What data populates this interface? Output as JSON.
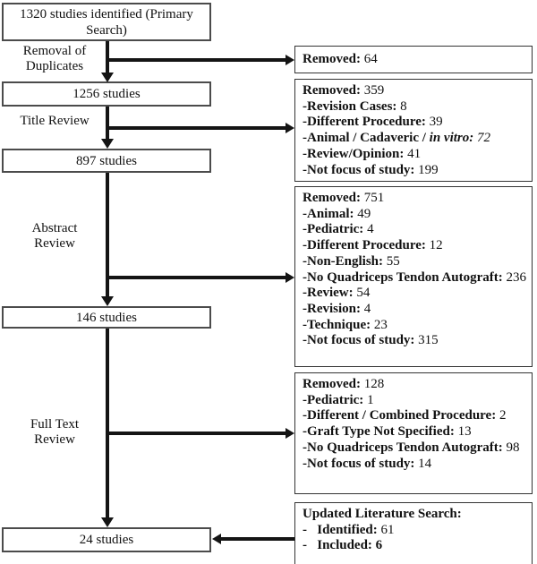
{
  "figure": {
    "main_boxes": [
      {
        "label": "1320 studies identified (Primary\nSearch)"
      },
      {
        "label": "1256 studies"
      },
      {
        "label": "897 studies"
      },
      {
        "label": "146 studies"
      },
      {
        "label": "24 studies"
      }
    ],
    "stage_labels": [
      {
        "label": "Removal of\nDuplicates"
      },
      {
        "label": "Title Review"
      },
      {
        "label": "Abstract\nReview"
      },
      {
        "label": "Full Text\nReview"
      }
    ],
    "side_boxes": [
      {
        "name": "duplicates-removed",
        "lines": [
          [
            {
              "t": "Removed:",
              "s": "b"
            },
            {
              "t": " 64",
              "s": "r"
            }
          ]
        ]
      },
      {
        "name": "title-review-removed",
        "lines": [
          [
            {
              "t": "Removed:",
              "s": "b"
            },
            {
              "t": " 359",
              "s": "r"
            }
          ],
          [
            {
              "t": "-Revision Cases:",
              "s": "b"
            },
            {
              "t": " 8",
              "s": "r"
            }
          ],
          [
            {
              "t": "-Different Procedure:",
              "s": "b"
            },
            {
              "t": " 39",
              "s": "r"
            }
          ],
          [
            {
              "t": "-Animal / Cadaveric / ",
              "s": "b"
            },
            {
              "t": "in vitro:",
              "s": "bi"
            },
            {
              "t": " 72",
              "s": "i"
            }
          ],
          [
            {
              "t": "-Review/Opinion:",
              "s": "b"
            },
            {
              "t": " 41",
              "s": "r"
            }
          ],
          [
            {
              "t": "-Not focus of study:",
              "s": "b"
            },
            {
              "t": " 199",
              "s": "r"
            }
          ]
        ]
      },
      {
        "name": "abstract-review-removed",
        "lines": [
          [
            {
              "t": "Removed:",
              "s": "b"
            },
            {
              "t": " 751",
              "s": "r"
            }
          ],
          [
            {
              "t": "-Animal:",
              "s": "b"
            },
            {
              "t": " 49",
              "s": "r"
            }
          ],
          [
            {
              "t": "-Pediatric:",
              "s": "b"
            },
            {
              "t": " 4",
              "s": "r"
            }
          ],
          [
            {
              "t": "-Different Procedure:",
              "s": "b"
            },
            {
              "t": " 12",
              "s": "r"
            }
          ],
          [
            {
              "t": "-Non-English:",
              "s": "b"
            },
            {
              "t": " 55",
              "s": "r"
            }
          ],
          [
            {
              "t": "-No Quadriceps Tendon Autograft:",
              "s": "b"
            },
            {
              "t": " 236",
              "s": "r"
            }
          ],
          [
            {
              "t": "-Review:",
              "s": "b"
            },
            {
              "t": " 54",
              "s": "r"
            }
          ],
          [
            {
              "t": "-Revision:",
              "s": "b"
            },
            {
              "t": " 4",
              "s": "r"
            }
          ],
          [
            {
              "t": "-Technique:",
              "s": "b"
            },
            {
              "t": " 23",
              "s": "r"
            }
          ],
          [
            {
              "t": "-Not focus of study:",
              "s": "b"
            },
            {
              "t": " 315",
              "s": "r"
            }
          ]
        ]
      },
      {
        "name": "full-text-review-removed",
        "lines": [
          [
            {
              "t": "Removed:",
              "s": "b"
            },
            {
              "t": " 128",
              "s": "r"
            }
          ],
          [
            {
              "t": "-Pediatric:",
              "s": "b"
            },
            {
              "t": " 1",
              "s": "r"
            }
          ],
          [
            {
              "t": "-Different / Combined Procedure:",
              "s": "b"
            },
            {
              "t": " 2",
              "s": "r"
            }
          ],
          [
            {
              "t": "-Graft Type Not Specified:",
              "s": "b"
            },
            {
              "t": " 13",
              "s": "r"
            }
          ],
          [
            {
              "t": "-No Quadriceps Tendon Autograft:",
              "s": "b"
            },
            {
              "t": " 98",
              "s": "r"
            }
          ],
          [
            {
              "t": "-Not focus of study:",
              "s": "b"
            },
            {
              "t": " 14",
              "s": "r"
            }
          ]
        ]
      },
      {
        "name": "updated-literature-search",
        "lines": [
          [
            {
              "t": "Updated Literature Search:",
              "s": "b"
            }
          ],
          [
            {
              "t": "-   Identified:",
              "s": "b"
            },
            {
              "t": " 61",
              "s": "r"
            }
          ],
          [
            {
              "t": "-   Included: 6",
              "s": "b"
            }
          ]
        ]
      }
    ],
    "colors": {
      "arrow": "#141414",
      "main_box_border": "#4b4b4b",
      "side_box_border": "#333333",
      "text": "#111111",
      "background": "#ffffff"
    }
  }
}
